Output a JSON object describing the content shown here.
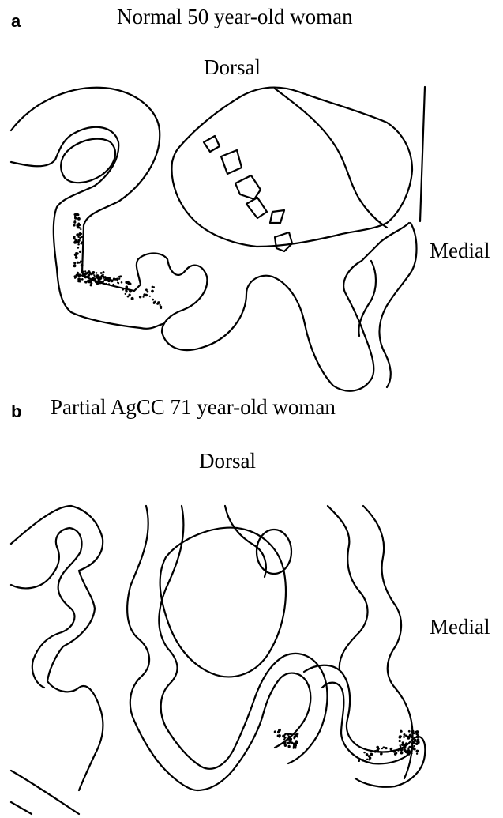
{
  "panels": [
    {
      "letter": "a",
      "title": "Normal 50 year-old woman",
      "top_label": "Dorsal",
      "side_label": "Medial"
    },
    {
      "letter": "b",
      "title": "Partial AgCC 71 year-old woman",
      "top_label": "Dorsal",
      "side_label": "Medial"
    }
  ]
}
